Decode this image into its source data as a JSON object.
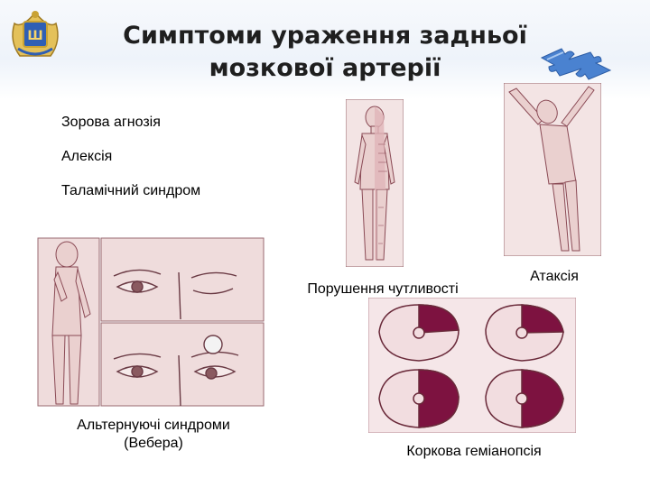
{
  "title_line1": "Симптоми ураження задньої",
  "title_line2": "мозкової артерії",
  "bullets": [
    "Зорова агнозія",
    "Алексія",
    "Таламічний синдром"
  ],
  "captions": {
    "sensory": "Порушення чутливості",
    "ataxia": "Атаксія",
    "weber_line1": "Альтернуючі синдроми",
    "weber_line2": "(Вебера)",
    "hemianopsia": "Коркова геміанопсія"
  },
  "colors": {
    "panel_bg": "#e7cccf",
    "skin": "#ead0cf",
    "outline": "#8a4a55",
    "deficit": "#7d1240",
    "title": "#1f1f1f",
    "puzzle": "#4a82d0"
  }
}
